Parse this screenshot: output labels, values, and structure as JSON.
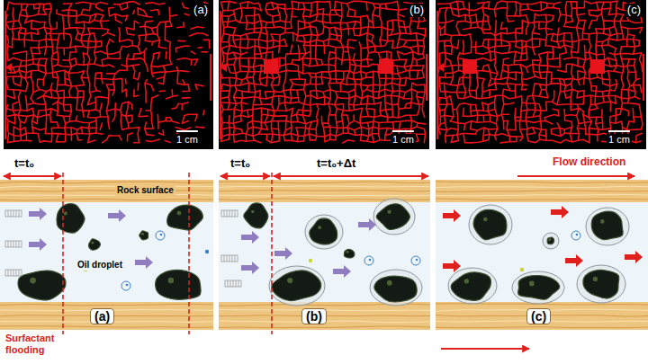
{
  "diagram": {
    "labels": [
      "(a)",
      "1 cm",
      "(b)",
      "1 cm",
      "(c)",
      "1 cm",
      "t=t₀",
      "t=t₀",
      "t=t₀+Δt",
      "Flow direction",
      "Rock surface",
      "Oil droplet",
      "(a)",
      "(b)",
      "(c)",
      "Surfactant flooding"
    ]
  }
}
